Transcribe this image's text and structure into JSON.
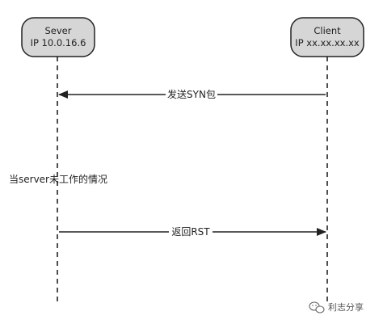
{
  "actors": {
    "server": {
      "line1": "Sever",
      "line2": "IP 10.0.16.6"
    },
    "client": {
      "line1": "Client",
      "line2": "IP xx.xx.xx.xx"
    }
  },
  "messages": [
    {
      "label": "发送SYN包",
      "from": "client",
      "to": "server"
    },
    {
      "label": "返回RST",
      "from": "server",
      "to": "client"
    }
  ],
  "note": "当server未工作的情况",
  "watermark": {
    "icon": "wechat-icon",
    "text": "利志分享"
  },
  "colors": {
    "actor_fill": "#d6d6d6",
    "actor_border": "#222222",
    "line": "#222222",
    "text": "#222222"
  }
}
